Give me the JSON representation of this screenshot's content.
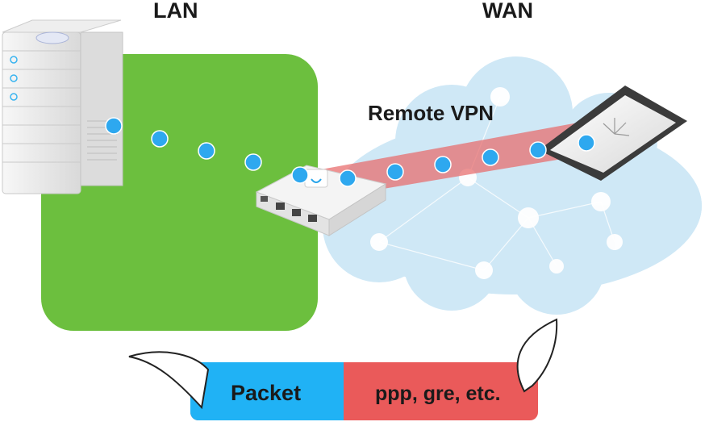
{
  "diagram": {
    "zones": {
      "lan_label": "LAN",
      "wan_label": "WAN",
      "lan_color": "#6cbf3e",
      "wan_color": "#cfe8f6"
    },
    "tunnel": {
      "label": "Remote VPN",
      "color": "#e86a6a"
    },
    "packet": {
      "payload_label": "Packet",
      "payload_color": "#20b2f5",
      "encapsulation_label": "ppp, gre, etc.",
      "encapsulation_color": "#ea5a5a"
    },
    "icons": [
      "server-rack-icon",
      "security-gateway-router-icon",
      "tablet-icon",
      "cloud-icon"
    ],
    "dot_color": "#2ea8ef"
  }
}
